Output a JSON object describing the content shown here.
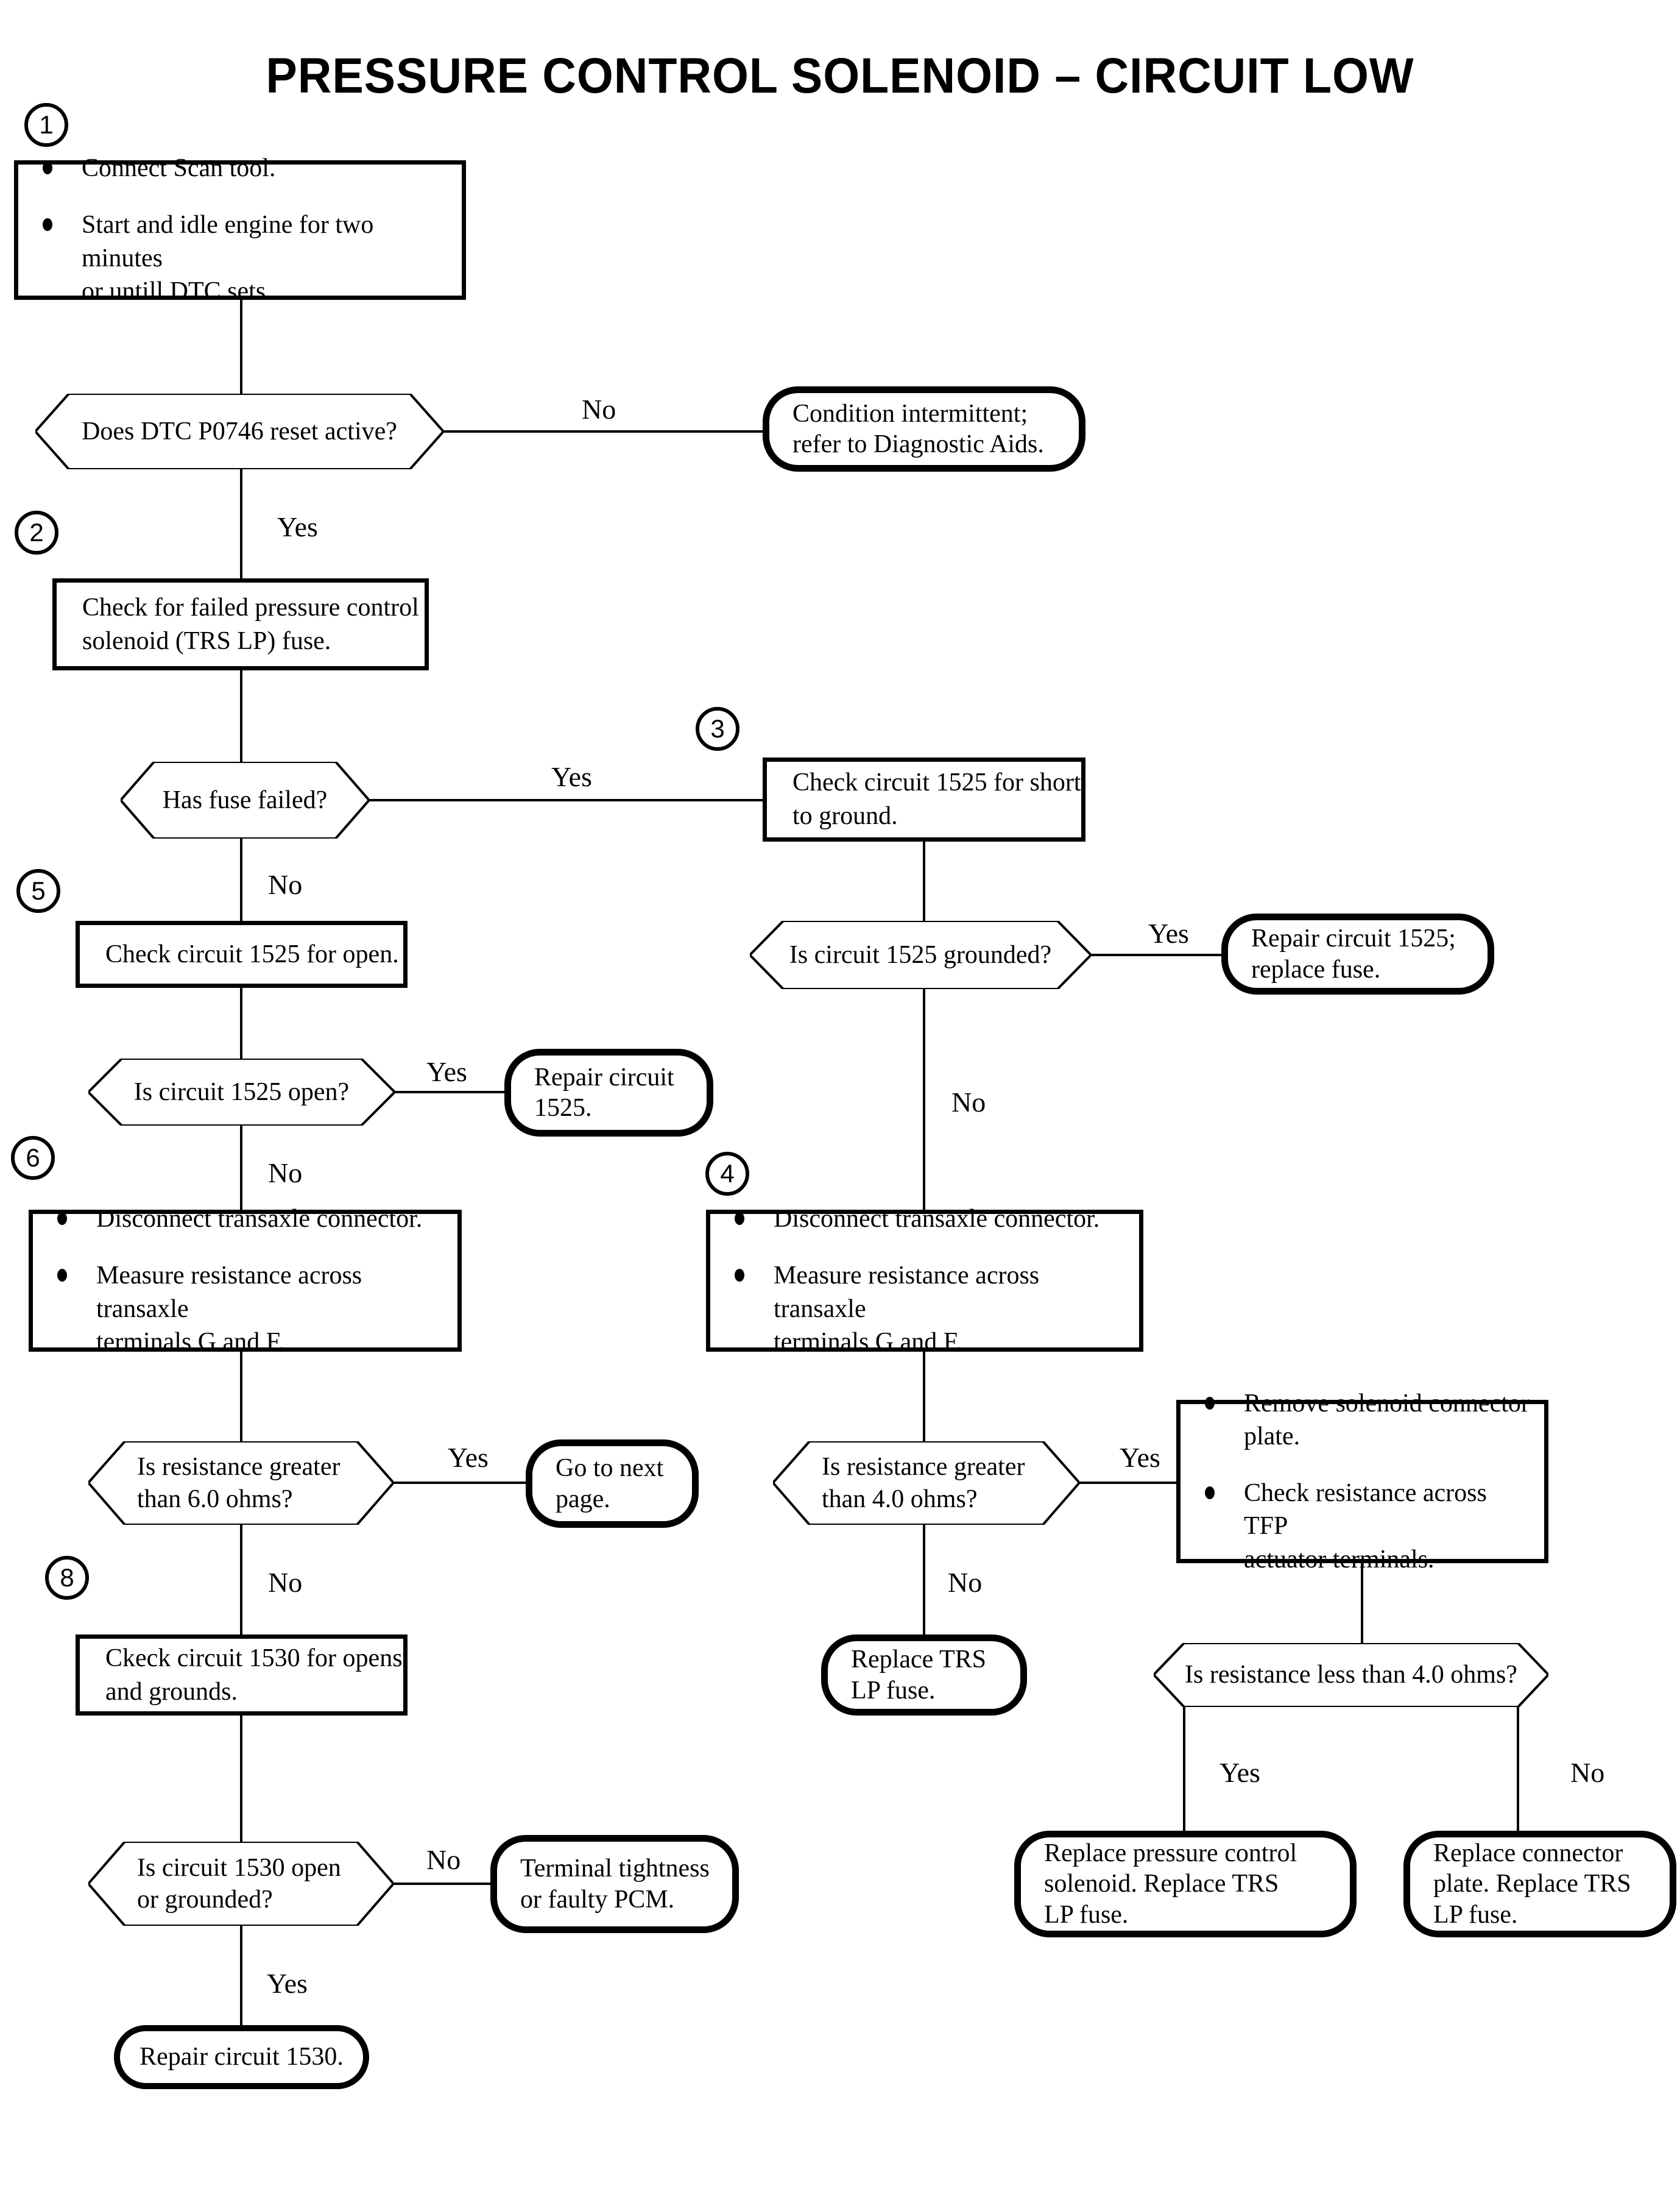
{
  "title": "PRESSURE CONTROL SOLENOID – CIRCUIT LOW",
  "markers": {
    "step1": "1",
    "step2": "2",
    "step3": "3",
    "step4": "4",
    "step5": "5",
    "step6": "6",
    "step8": "8"
  },
  "nodes": {
    "start": {
      "bullets": [
        "Connect Scan tool.",
        "Start and idle engine for two minutes\nor untill DTC sets."
      ]
    },
    "dtc_reset": {
      "text": "Does DTC P0746 reset active?"
    },
    "condition_intermittent": {
      "text": "Condition intermittent;\nrefer to Diagnostic Aids."
    },
    "check_fuse": {
      "text": "Check for failed pressure control\nsolenoid (TRS LP) fuse."
    },
    "has_fuse_failed": {
      "text": "Has fuse failed?"
    },
    "check_1525_short": {
      "text": "Check circuit 1525 for short\nto ground."
    },
    "check_1525_open": {
      "text": "Check circuit 1525 for open."
    },
    "is_1525_grounded": {
      "text": "Is circuit 1525 grounded?"
    },
    "repair_1525_fuse": {
      "text": "Repair circuit 1525;\nreplace fuse."
    },
    "is_1525_open": {
      "text": "Is circuit 1525 open?"
    },
    "repair_1525": {
      "text": "Repair circuit\n1525."
    },
    "measure_gf_left": {
      "bullets": [
        "Disconnect transaxle connector.",
        "Measure resistance across transaxle\nterminals G and F."
      ]
    },
    "measure_gf_right": {
      "bullets": [
        "Disconnect transaxle connector.",
        "Measure resistance across transaxle\nterminals G and F."
      ]
    },
    "res_gt_6": {
      "text": "Is resistance greater\nthan 6.0 ohms?"
    },
    "goto_next": {
      "text": "Go to next\npage."
    },
    "res_gt_4": {
      "text": "Is resistance greater\nthan 4.0 ohms?"
    },
    "remove_plate": {
      "bullets": [
        "Remove solenoid connector\nplate.",
        "Check resistance across TFP\nactuator terminals."
      ]
    },
    "check_1530": {
      "text": "Ckeck circuit 1530 for opens\nand grounds."
    },
    "replace_trs": {
      "text": "Replace TRS\nLP fuse."
    },
    "res_lt_4": {
      "text": "Is resistance less than 4.0 ohms?"
    },
    "is_1530_open": {
      "text": "Is circuit 1530 open\nor grounded?"
    },
    "terminal_tightness": {
      "text": "Terminal tightness\nor faulty PCM."
    },
    "repair_1530": {
      "text": "Repair circuit 1530."
    },
    "replace_solenoid": {
      "text": "Replace pressure control\nsolenoid. Replace TRS\nLP fuse."
    },
    "replace_plate": {
      "text": "Replace connector\nplate. Replace TRS\nLP fuse."
    }
  },
  "edges": {
    "dtc_no": "No",
    "dtc_yes": "Yes",
    "fuse_yes": "Yes",
    "fuse_no": "No",
    "grounded_yes": "Yes",
    "grounded_no": "No",
    "open1525_yes": "Yes",
    "open1525_no": "No",
    "res6_yes": "Yes",
    "res6_no": "No",
    "res4_yes": "Yes",
    "res4_no": "No",
    "lt4_yes": "Yes",
    "lt4_no": "No",
    "open1530_no": "No",
    "open1530_yes": "Yes"
  }
}
